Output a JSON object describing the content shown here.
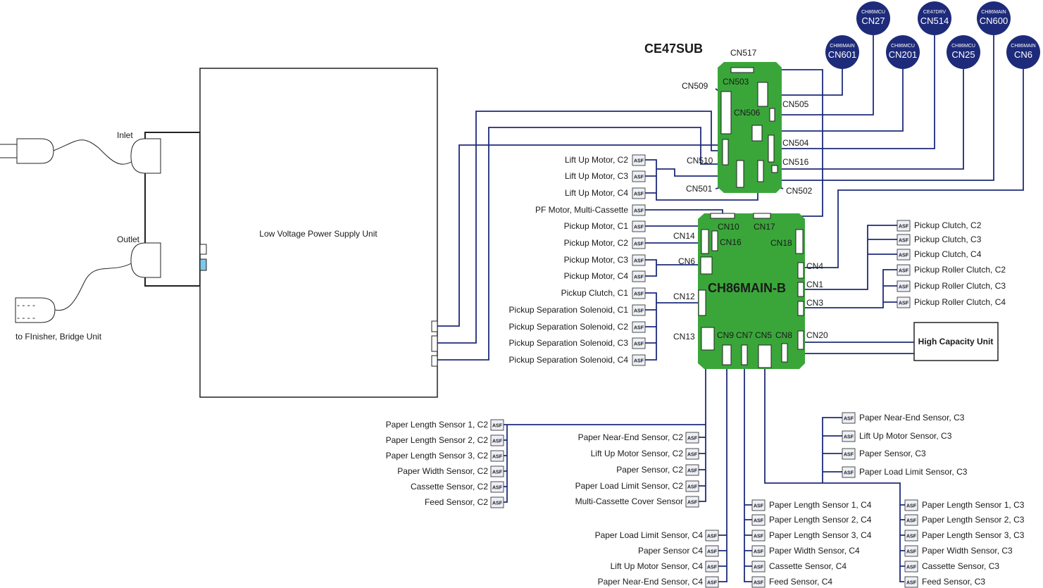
{
  "colors": {
    "board": "#3aa63a",
    "wire": "#1e2b7a",
    "badge": "#1e2b7a",
    "connector_highlight": "#7ec8ea"
  },
  "power": {
    "inlet": "Inlet",
    "outlet": "Outlet",
    "psu": "Low Voltage Power Supply Unit",
    "finisher": "to FInisher, Bridge Unit",
    "dashes": "- - - -"
  },
  "sub": {
    "title": "CE47SUB",
    "connectors": [
      "CN517",
      "CN503",
      "CN509",
      "CN505",
      "CN506",
      "CN504",
      "CN510",
      "CN516",
      "CN501",
      "CN502"
    ]
  },
  "main": {
    "title": "CH86MAIN-B",
    "connectors": [
      "CN10",
      "CN17",
      "CN14",
      "CN16",
      "CN18",
      "CN6",
      "CN4",
      "CN1",
      "CN12",
      "CN3",
      "CN13",
      "CN9",
      "CN7",
      "CN5",
      "CN8",
      "CN20"
    ]
  },
  "badges": [
    {
      "top": "CH86MCU",
      "bottom": "CN27"
    },
    {
      "top": "CE47DRV",
      "bottom": "CN514"
    },
    {
      "top": "CH86MAIN",
      "bottom": "CN600"
    },
    {
      "top": "CH86MAIN",
      "bottom": "CN601"
    },
    {
      "top": "CH86MCU",
      "bottom": "CN201"
    },
    {
      "top": "CH86MCU",
      "bottom": "CN25"
    },
    {
      "top": "CH86MAIN",
      "bottom": "CN6"
    }
  ],
  "asf": "ASF",
  "hcu": "High Capacity Unit",
  "left_loads": [
    "Lift Up Motor, C2",
    "Lift Up Motor, C3",
    "Lift Up Motor, C4",
    "PF Motor, Multi-Cassette",
    "Pickup Motor, C1",
    "Pickup Motor, C2",
    "Pickup Motor, C3",
    "Pickup Motor, C4",
    "Pickup Clutch, C1",
    "Pickup Separation Solenoid, C1",
    "Pickup Separation Solenoid, C2",
    "Pickup Separation Solenoid, C3",
    "Pickup Separation Solenoid, C4"
  ],
  "right_loads": [
    "Pickup Clutch, C2",
    "Pickup Clutch, C3",
    "Pickup Clutch, C4",
    "Pickup Roller Clutch, C2",
    "Pickup Roller Clutch, C3",
    "Pickup Roller Clutch, C4"
  ],
  "sensors_c2_left": [
    "Paper Length Sensor 1, C2",
    "Paper Length Sensor 2, C2",
    "Paper Length Sensor 3, C2",
    "Paper Width Sensor, C2",
    "Cassette Sensor, C2",
    "Feed Sensor, C2"
  ],
  "sensors_c2_mid": [
    "Paper Near-End Sensor, C2",
    "Lift Up Motor Sensor, C2",
    "Paper Sensor, C2",
    "Paper Load Limit Sensor, C2",
    "Multi-Cassette Cover Sensor"
  ],
  "sensors_c4_a": [
    "Paper Load Limit Sensor, C4",
    "Paper Sensor C4",
    "Lift Up Motor Sensor, C4",
    "Paper Near-End Sensor, C4"
  ],
  "sensors_c4_b": [
    "Paper Length Sensor 1, C4",
    "Paper Length Sensor 2, C4",
    "Paper Length Sensor 3, C4",
    "Paper Width Sensor, C4",
    "Cassette Sensor, C4",
    "Feed Sensor, C4"
  ],
  "sensors_c3_a": [
    "Paper Near-End Sensor, C3",
    "Lift Up Motor Sensor, C3",
    "Paper Sensor, C3",
    "Paper Load Limit Sensor, C3"
  ],
  "sensors_c3_b": [
    "Paper Length Sensor 1, C3",
    "Paper Length Sensor 2, C3",
    "Paper Length Sensor 3, C3",
    "Paper Width Sensor, C3",
    "Cassette Sensor, C3",
    "Feed Sensor, C3"
  ]
}
